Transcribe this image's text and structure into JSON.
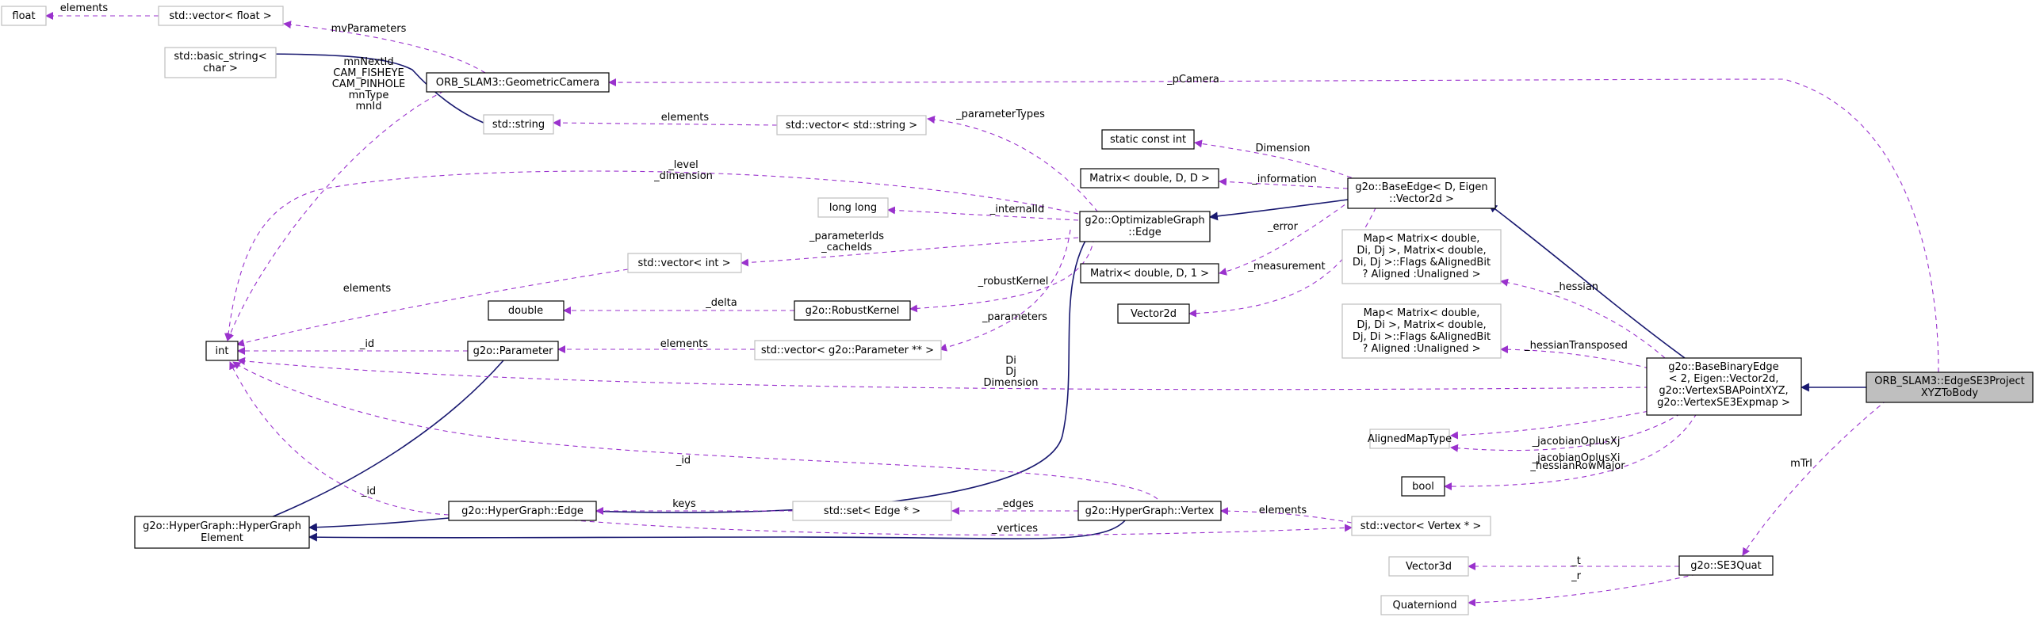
{
  "nodes": {
    "float": "float",
    "vec_float": "std::vector< float >",
    "basic_string": [
      "std::basic_string<",
      "char >"
    ],
    "geom_cam": "ORB_SLAM3::GeometricCamera",
    "std_string": "std::string",
    "vec_string": "std::vector< std::string >",
    "static_const_int": "static const int",
    "matrix_ddd": "Matrix< double, D, D >",
    "base_edge": [
      "g2o::BaseEdge< D, Eigen",
      "::Vector2d >"
    ],
    "long_long": "long long",
    "opt_edge": [
      "g2o::OptimizableGraph",
      "::Edge"
    ],
    "map1": [
      "Map< Matrix< double,",
      "Di, Dj >, Matrix< double,",
      "Di, Dj >::Flags &AlignedBit",
      "? Aligned :Unaligned >"
    ],
    "vec_int": "std::vector< int >",
    "matrix_dd1": "Matrix< double, D, 1 >",
    "double": "double",
    "robust_kernel": "g2o::RobustKernel",
    "vector2d": "Vector2d",
    "map2": [
      "Map< Matrix< double,",
      "Dj, Di >, Matrix< double,",
      "Dj, Di >::Flags &AlignedBit",
      "? Aligned :Unaligned >"
    ],
    "int": "int",
    "param": "g2o::Parameter",
    "vec_param": "std::vector< g2o::Parameter ** >",
    "base_binary": [
      "g2o::BaseBinaryEdge",
      "< 2, Eigen::Vector2d,",
      "g2o::VertexSBAPointXYZ,",
      "g2o::VertexSE3Expmap >"
    ],
    "edge_se3": [
      "ORB_SLAM3::EdgeSE3Project",
      "XYZToBody"
    ],
    "aligned_map": "AlignedMapType",
    "bool": "bool",
    "hg_elem": [
      "g2o::HyperGraph::HyperGraph",
      "Element"
    ],
    "hg_edge": "g2o::HyperGraph::Edge",
    "set_edge": "std::set< Edge * >",
    "hg_vertex": "g2o::HyperGraph::Vertex",
    "vec_vertex": "std::vector< Vertex * >",
    "vector3d": "Vector3d",
    "se3quat": "g2o::SE3Quat",
    "quaternion": "Quaterniond"
  },
  "edge_labels": {
    "float_elements": [
      "elements"
    ],
    "mv_parameters": [
      "mvParameters"
    ],
    "p_camera": [
      "_pCamera"
    ],
    "cam_members": [
      "mnNextId",
      "CAM_FISHEYE",
      "CAM_PINHOLE",
      "mnType",
      "mnId"
    ],
    "string_elements": [
      "elements"
    ],
    "parameter_types": [
      "_parameterTypes"
    ],
    "dimension": [
      "Dimension"
    ],
    "information": [
      "_information"
    ],
    "level_dimension": [
      "_level",
      "_dimension"
    ],
    "internal_id": [
      "_internalId"
    ],
    "error": [
      "_error"
    ],
    "parameter_ids": [
      "_parameterIds",
      "_cacheIds"
    ],
    "int_elements": [
      "elements"
    ],
    "measurement": [
      "_measurement"
    ],
    "robust_kernel": [
      "_robustKernel"
    ],
    "hessian": [
      "_hessian"
    ],
    "delta": [
      "_delta"
    ],
    "parameters": [
      "_parameters"
    ],
    "param_id": [
      "_id"
    ],
    "param_elements": [
      "elements"
    ],
    "hessian_transposed": [
      "_hessianTransposed"
    ],
    "di_dj_dimension": [
      "Di",
      "Dj",
      "Dimension"
    ],
    "jacobian_xj": [
      "_jacobianOplusXj"
    ],
    "jacobian_xi": [
      "_jacobianOplusXi"
    ],
    "vertex_id": [
      "_id"
    ],
    "hessian_row_major": [
      "_hessianRowMajor"
    ],
    "m_trl": [
      "mTrl"
    ],
    "elem_id": [
      "_id"
    ],
    "keys": [
      "keys"
    ],
    "edges": [
      "_edges"
    ],
    "vertex_elements": [
      "elements"
    ],
    "vertices": [
      "_vertices"
    ],
    "t": [
      "_t"
    ],
    "r": [
      "_r"
    ]
  },
  "colors": {
    "inheritance": "#191970",
    "usage": "#9a32cd",
    "focus_fill": "#bfbfbf",
    "external_border": "#bfbfbf"
  }
}
